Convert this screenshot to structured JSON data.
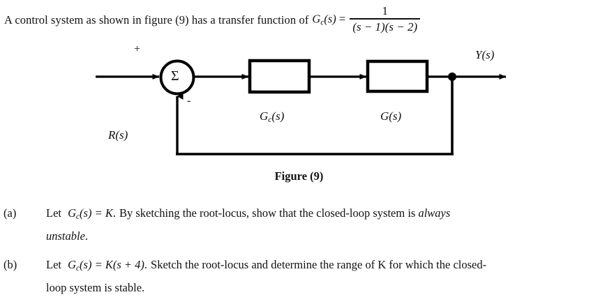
{
  "document": {
    "intro": {
      "text_before": "A control system as shown in figure (9) has a transfer function of",
      "lhs": "G",
      "lhs_sub": "c",
      "lhs_arg": "(s)",
      "equals": "=",
      "fraction_numerator": "1",
      "fraction_denominator": "(s − 1)(s − 2)"
    },
    "figure": {
      "caption": "Figure (9)",
      "input_label": "R(s)",
      "output_label": "Y(s)",
      "summing_symbol": "Σ",
      "plus_sign": "+",
      "minus_sign": "-",
      "blocks": [
        {
          "name": "controller",
          "label_main": "G",
          "label_sub": "c",
          "label_arg": "(s)"
        },
        {
          "name": "plant",
          "label_main": "G",
          "label_sub": "",
          "label_arg": "(s)"
        }
      ]
    },
    "questions": [
      {
        "tag": "(a)",
        "line1_pre": "Let",
        "math": "G",
        "math_sub": "c",
        "math_arg": "(s)",
        "math_eq": "= K",
        "math_end": ".",
        "line1_post": "By sketching the root-locus, show that the closed-loop system is",
        "line1_emph": "always",
        "line2_emph": "unstable",
        "line2_post": "."
      },
      {
        "tag": "(b)",
        "line1_pre": "Let",
        "math": "G",
        "math_sub": "c",
        "math_arg": "(s)",
        "math_eq": "= K(s + 4)",
        "math_end": ".",
        "line1_post": "Sketch the root-locus and determine the range of K for which the closed-",
        "line2_post": "loop system is stable."
      }
    ]
  },
  "colors": {
    "text": "#111111",
    "line": "#000000",
    "background": "#ffffff"
  }
}
